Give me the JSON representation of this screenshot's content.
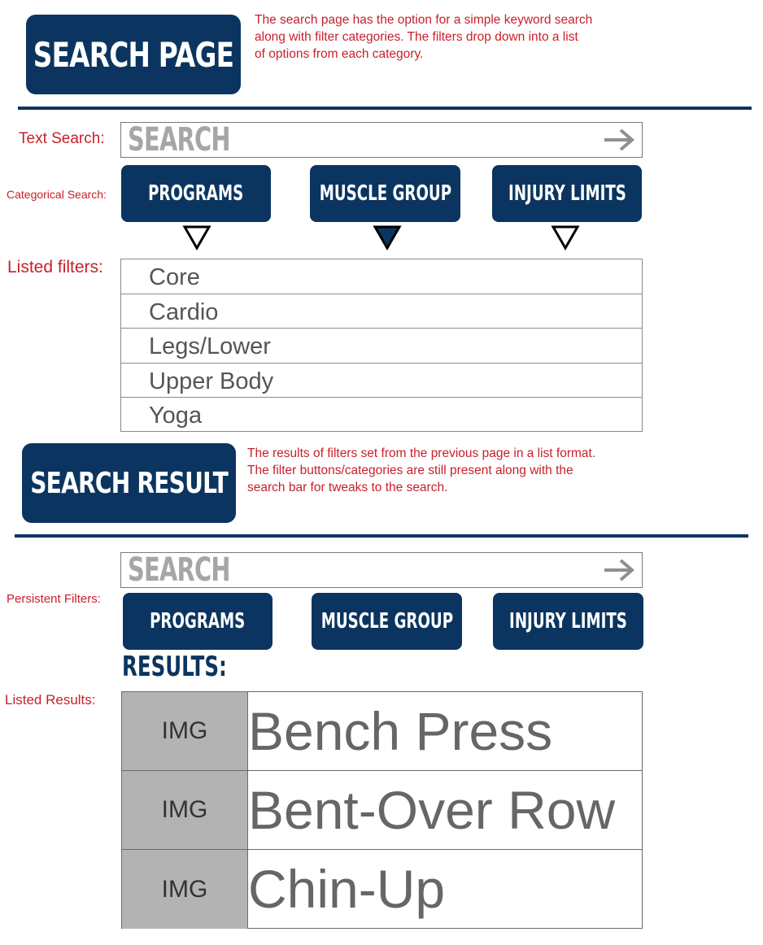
{
  "section1": {
    "title": "SEARCH PAGE",
    "description_lines": [
      "The search page has the option for a simple keyword search",
      "along with filter categories. The filters drop down into a list",
      "of options from each category."
    ]
  },
  "labels": {
    "text_search": "Text Search:",
    "categorical_search": "Categorical Search:",
    "listed_filters": "Listed filters:",
    "persistent_filters": "Persistent Filters:",
    "listed_results": "Listed Results:"
  },
  "search": {
    "placeholder": "SEARCH",
    "arrow": "→"
  },
  "categories": [
    "PROGRAMS",
    "MUSCLE GROUP",
    "INJURY LIMITS"
  ],
  "filters": [
    "Core",
    "Cardio",
    "Legs/Lower",
    "Upper Body",
    "Yoga"
  ],
  "section2": {
    "title": "SEARCH RESULT",
    "description_lines": [
      "The results of filters set from the previous page in a list format.",
      "The filter buttons/categories are still present along with the",
      "search bar for tweaks to the search."
    ]
  },
  "results": {
    "heading": "RESULTS:",
    "items": [
      {
        "img": "IMG",
        "name": "Bench Press"
      },
      {
        "img": "IMG",
        "name": "Bent-Over Row"
      },
      {
        "img": "IMG",
        "name": "Chin-Up"
      }
    ]
  },
  "colors": {
    "brand_navy": "#0b3560",
    "annotation_red": "#c8202a",
    "placeholder_gray": "#a6a6a6",
    "image_gray": "#b3b3b3"
  }
}
